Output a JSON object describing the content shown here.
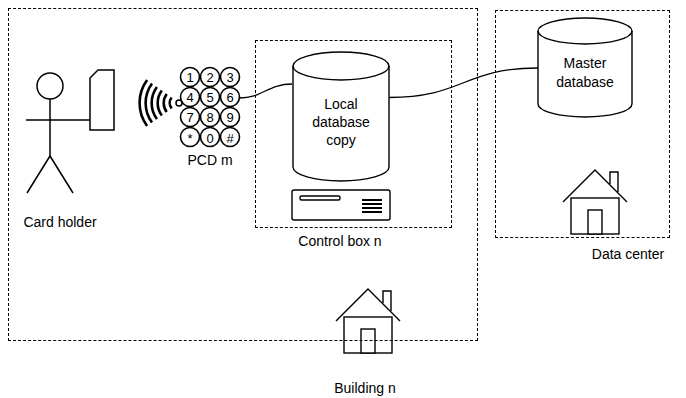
{
  "diagram": {
    "nodes": [
      {
        "text": [
          "Building n"
        ]
      },
      {
        "text": [
          "Control box n"
        ],
        "in": 0
      },
      {
        "text": [
          "Local database copy"
        ],
        "in": 1
      },
      {
        "text": [
          "Data center"
        ]
      },
      {
        "text": [
          "Master database"
        ],
        "in": 3
      }
    ],
    "edges": [
      {
        "from": 2,
        "to": 4,
        "arrow": "none"
      }
    ],
    "labels": [
      "Card holder",
      "PCD m",
      "1",
      "2",
      "3",
      "4",
      "5",
      "6",
      "7",
      "8",
      "9",
      "*",
      "0",
      "#"
    ]
  }
}
